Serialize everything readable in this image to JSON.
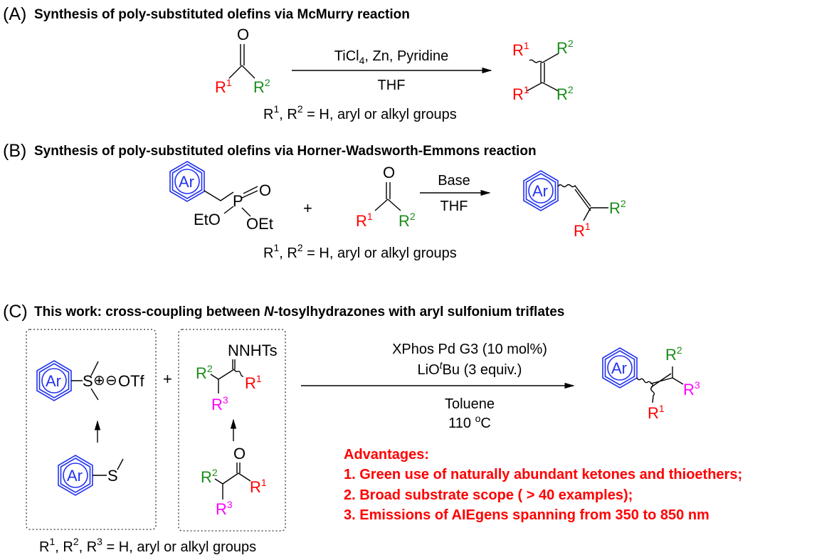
{
  "colors": {
    "r1": "#ff0000",
    "r2": "#1a8c1a",
    "r3": "#ff00ff",
    "aryl": "#2233ee",
    "advantages": "#ff0000"
  },
  "R": "R",
  "one": "1",
  "two": "2",
  "three": "3",
  "O": "O",
  "Ar": "Ar",
  "S": "S",
  "plus": "+",
  "section_a": {
    "label": "(A)",
    "title": "Synthesis of poly-substituted olefins via McMurry reaction",
    "reagents_main": "TiCl",
    "reagents_sub": "4",
    "reagents_rest": ", Zn, Pyridine",
    "solvent": "THF",
    "caption_a": ", R",
    "caption_b": " = H, aryl or alkyl groups"
  },
  "section_b": {
    "label": "(B)",
    "title": "Synthesis of poly-substituted olefins via Horner-Wadsworth-Emmons reaction",
    "P": "P",
    "EtO": "EtO",
    "OEt": "OEt",
    "reagent": "Base",
    "solvent": "THF",
    "caption_a": ", R",
    "caption_b": " = H, aryl or alkyl groups"
  },
  "section_c": {
    "label": "(C)",
    "title_a": "This work: cross-coupling between ",
    "title_n": "N",
    "title_b": "-tosylhydrazones with aryl sulfonium triflates",
    "OTf": "OTf",
    "charge_plus": "⊕",
    "charge_minus": "⊖",
    "NNHTs": "NNHTs",
    "cond1": "XPhos Pd G3 (10 mol%)",
    "cond2_a": "LiO",
    "cond2_t": "t",
    "cond2_b": "Bu (3 equiv.)",
    "cond3": "Toluene",
    "cond4_a": "110 ",
    "cond4_o": "o",
    "cond4_b": "C",
    "advantages_title": "Advantages:",
    "advantages": [
      "1. Green use of naturally abundant ketones and thioethers;",
      "2. Broad substrate scope ( > 40 examples);",
      "3. Emissions of AIEgens spanning from 350 to 850 nm"
    ],
    "caption_a": ", R",
    "caption_b": ", R",
    "caption_c": " = H, aryl or alkyl groups"
  }
}
